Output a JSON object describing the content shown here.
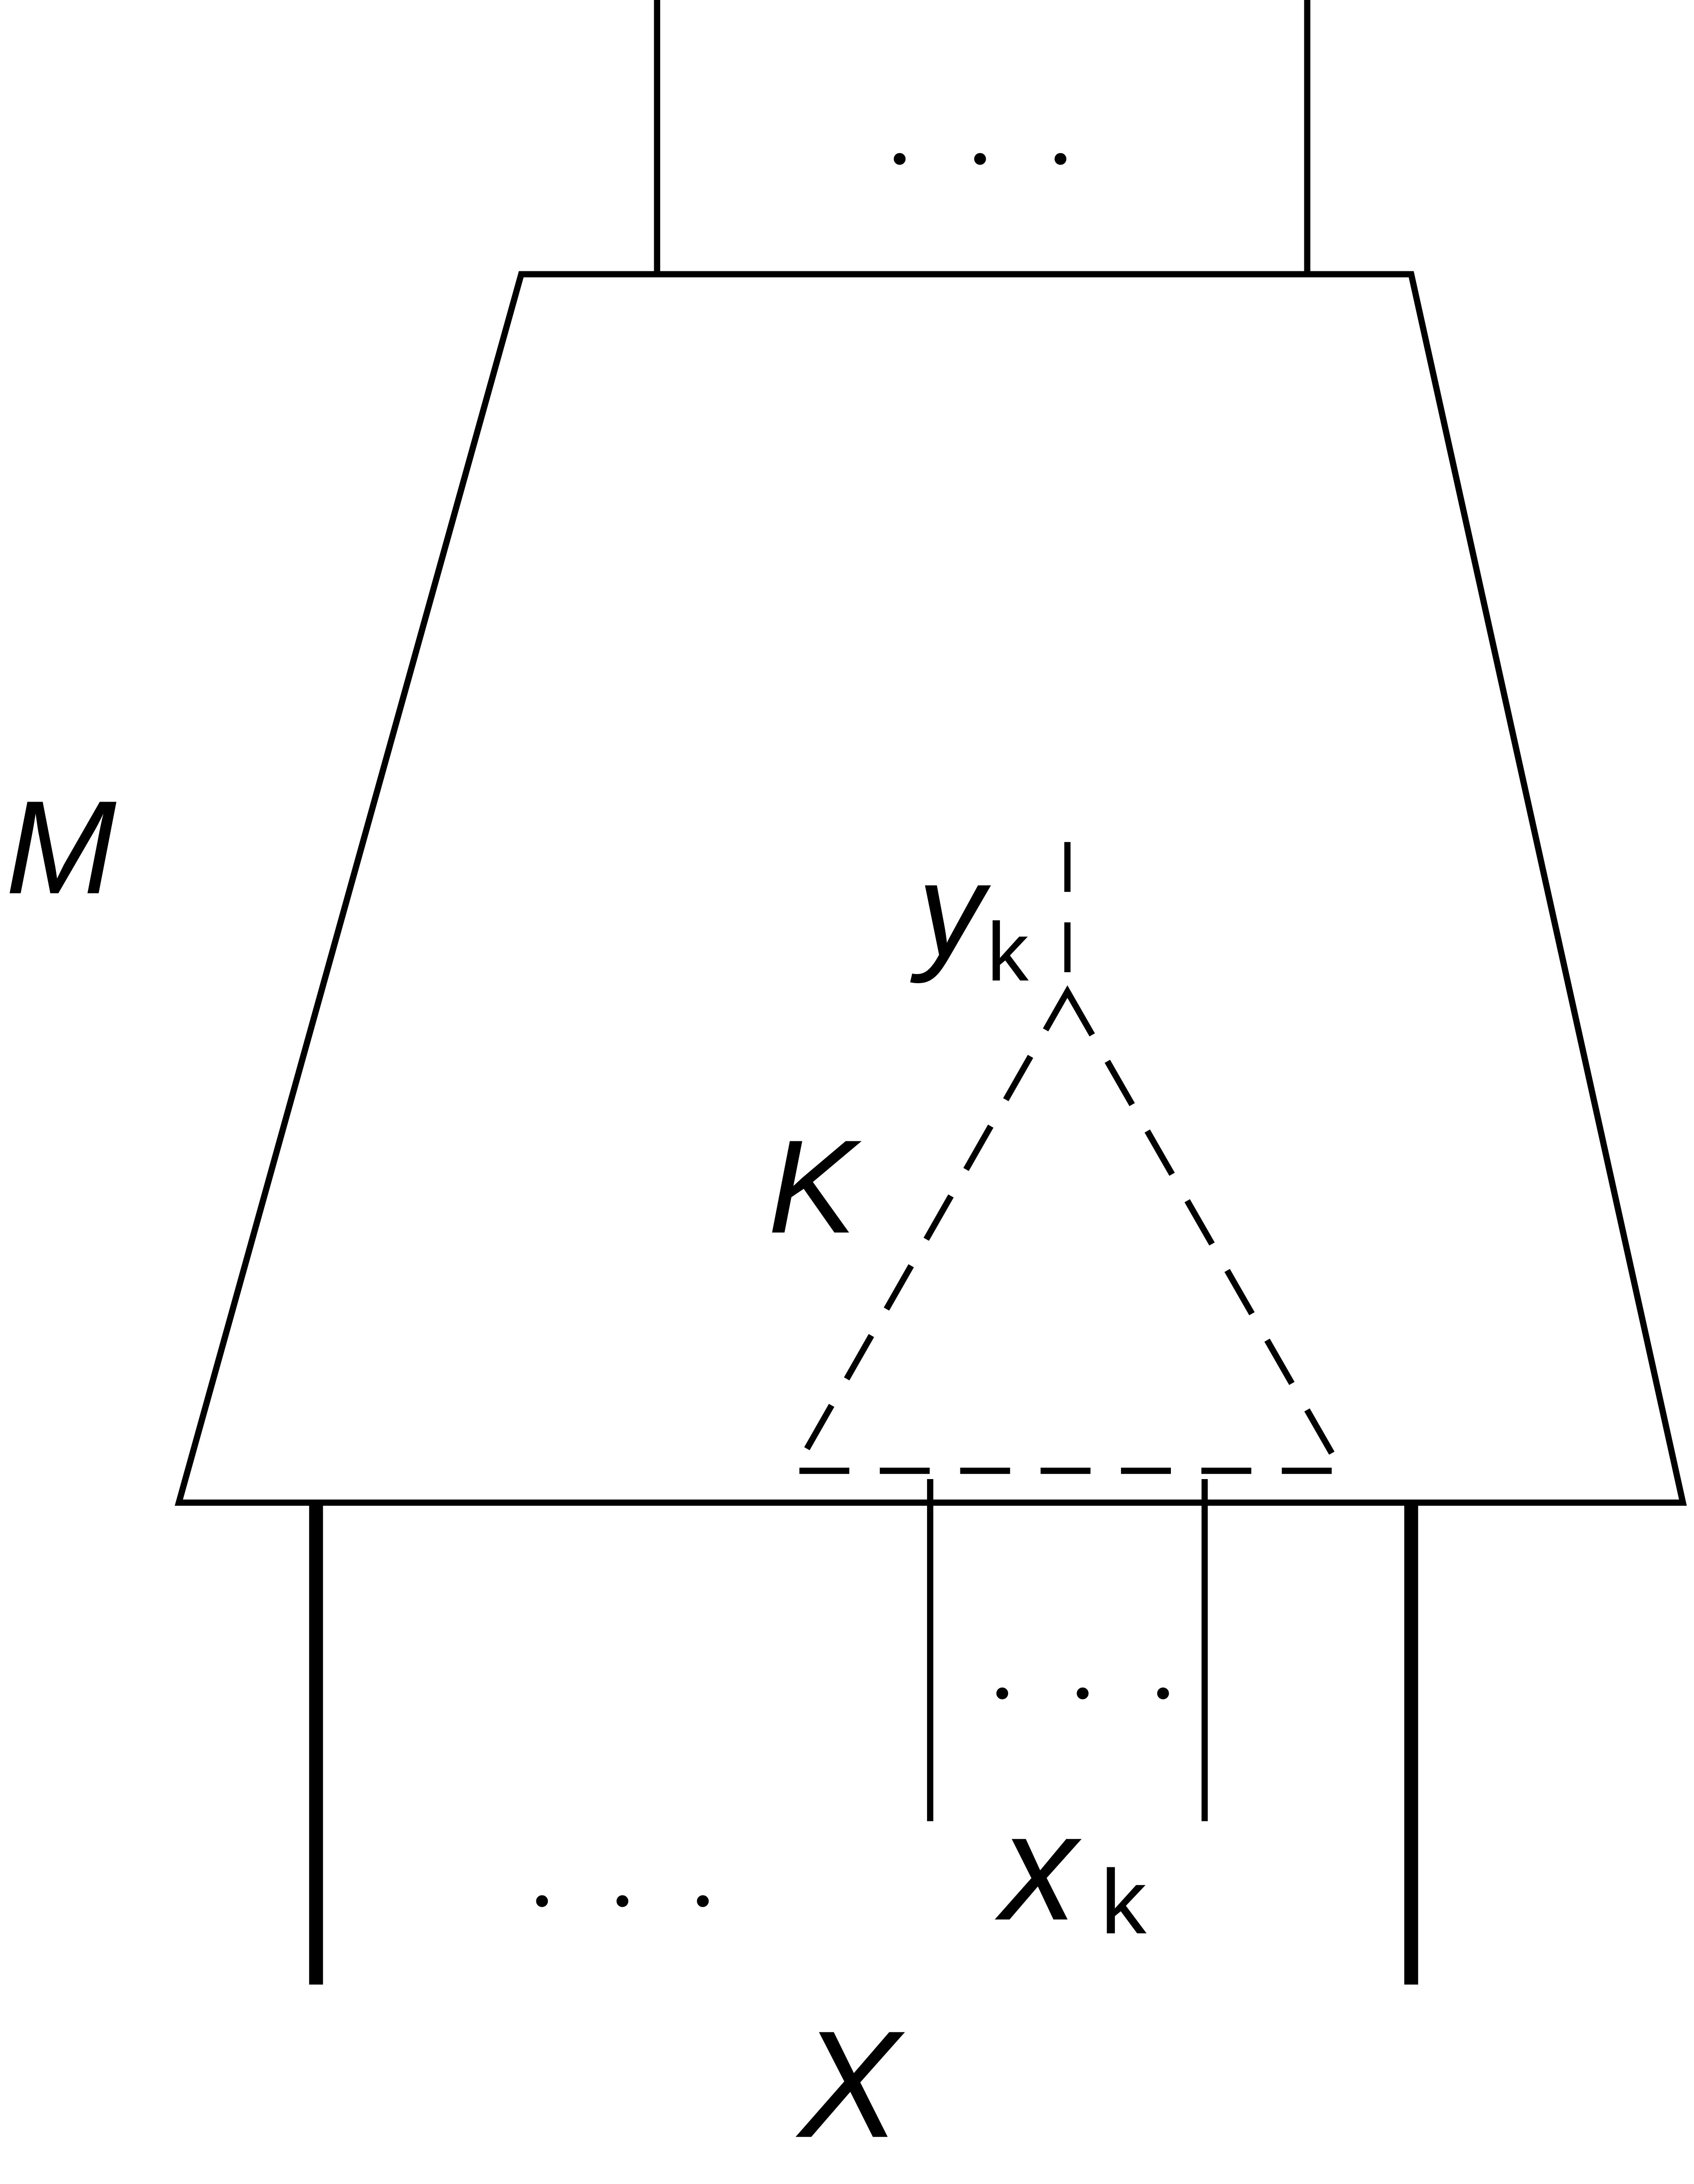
{
  "labels": {
    "M": "M",
    "K": "K",
    "y": "y",
    "y_sub": "k",
    "x": "x",
    "x_sub": "k",
    "X": "X"
  },
  "ellipses": {
    "top": "...",
    "inner_bottom": "...",
    "outer_bottom": "..."
  },
  "colors": {
    "stroke": "#000000",
    "background": "#ffffff"
  }
}
